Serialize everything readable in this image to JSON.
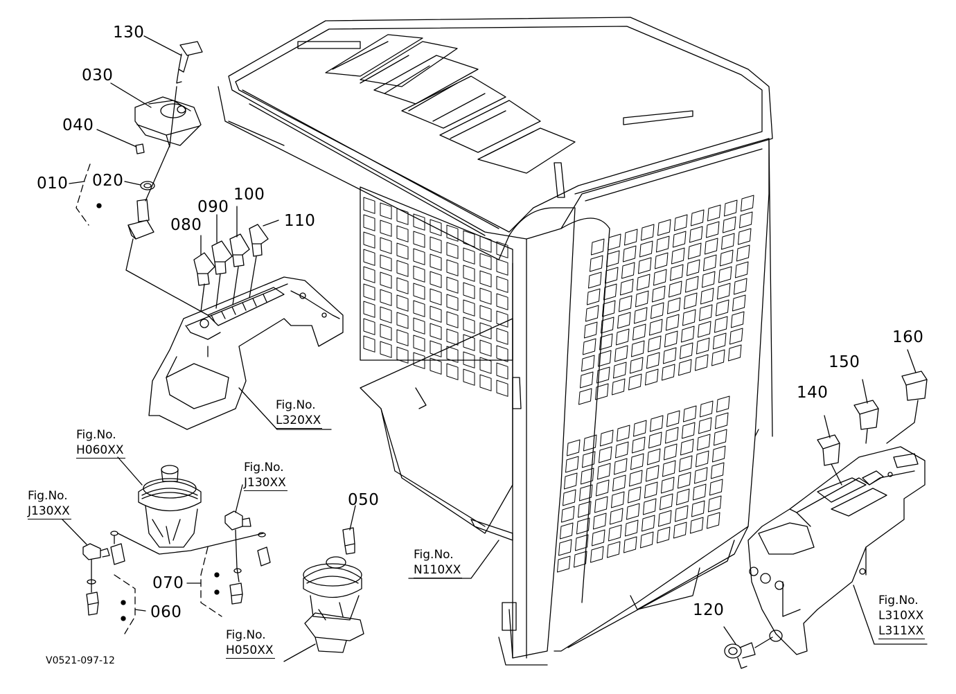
{
  "part_labels": {
    "p130": "130",
    "p030": "030",
    "p040": "040",
    "p010": "010",
    "p020": "020",
    "p080": "080",
    "p090": "090",
    "p100": "100",
    "p110": "110",
    "p050": "050",
    "p070": "070",
    "p060": "060",
    "p120": "120",
    "p140": "140",
    "p150": "150",
    "p160": "160"
  },
  "figure_refs": {
    "l320": {
      "line1": "Fig.No.",
      "line2": "L320XX"
    },
    "h060": {
      "line1": "Fig.No.",
      "line2": "H060XX"
    },
    "j130_left": {
      "line1": "Fig.No.",
      "line2": "J130XX"
    },
    "j130_mid": {
      "line1": "Fig.No.",
      "line2": "J130XX"
    },
    "n110": {
      "line1": "Fig.No.",
      "line2": "N110XX"
    },
    "h050": {
      "line1": "Fig.No.",
      "line2": "H050XX"
    },
    "l310": {
      "line1": "Fig.No.",
      "line2": "L310XX",
      "line3": "L311XX"
    }
  },
  "drawing_code": "V0521-097-12"
}
